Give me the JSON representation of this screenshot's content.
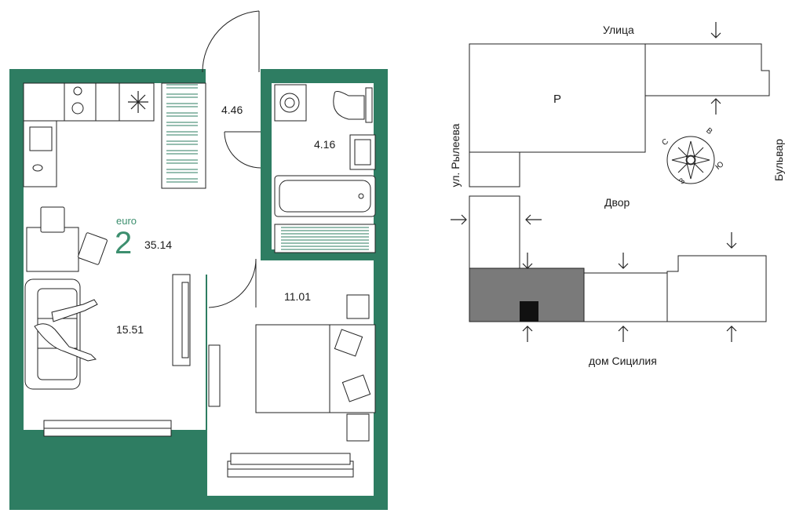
{
  "colors": {
    "wall": "#2e7d62",
    "accent": "#3d8f6f",
    "block_dark": "#7a7a7a",
    "line": "#222222"
  },
  "apartment": {
    "series": "euro",
    "rooms": "2",
    "total_area": "35.14",
    "rooms_list": [
      {
        "name": "hall",
        "area": "4.46"
      },
      {
        "name": "bathroom",
        "area": "4.16"
      },
      {
        "name": "kitchen-living",
        "area": "15.51"
      },
      {
        "name": "bedroom",
        "area": "11.01"
      }
    ]
  },
  "site_plan": {
    "street_top": "Улица",
    "street_left": "ул. Рылеева",
    "street_right": "Бульвар",
    "courtyard": "Двор",
    "building_bottom": "дом Сицилия",
    "parking_mark": "P",
    "compass": {
      "north": "С",
      "east": "В",
      "south": "Ю",
      "west": "З"
    }
  }
}
